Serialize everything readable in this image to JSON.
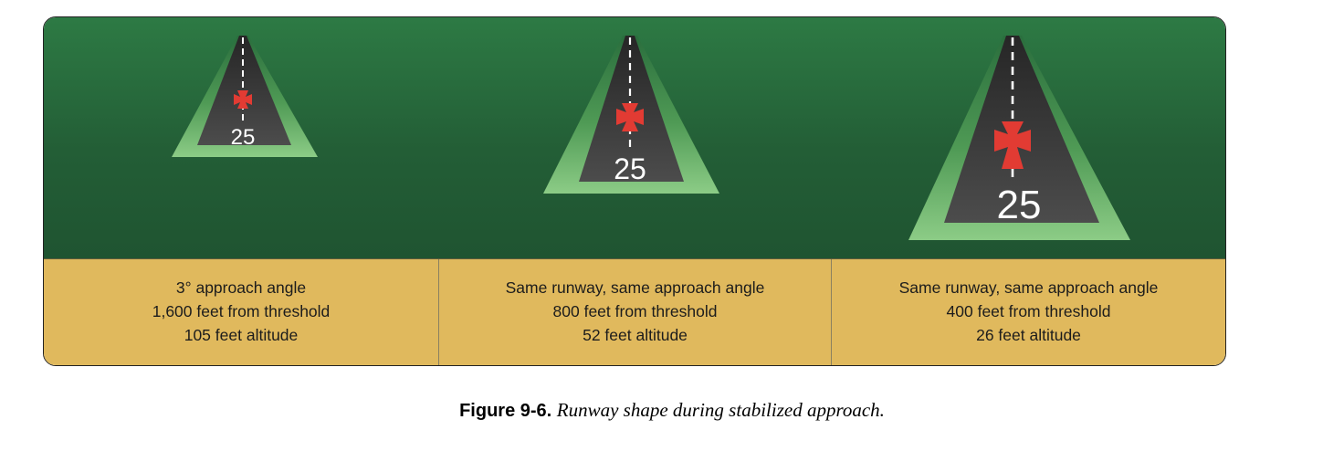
{
  "panels": [
    {
      "runway_number": "25",
      "caption_lines": [
        "3° approach angle",
        "1,600 feet from threshold",
        "105 feet altitude"
      ]
    },
    {
      "runway_number": "25",
      "caption_lines": [
        "Same runway, same approach angle",
        "800 feet from threshold",
        "52 feet altitude"
      ]
    },
    {
      "runway_number": "25",
      "caption_lines": [
        "Same runway, same approach angle",
        "400 feet from threshold",
        "26 feet altitude"
      ]
    }
  ],
  "figure_caption": {
    "label": "Figure 9-6.",
    "text": "Runway shape during stabilized approach."
  },
  "colors": {
    "ground": "#235e36",
    "runway": "#3a3a3a",
    "apron": "#7cc07a",
    "marker": "#e23b33",
    "caption_band": "#e0b95d"
  }
}
